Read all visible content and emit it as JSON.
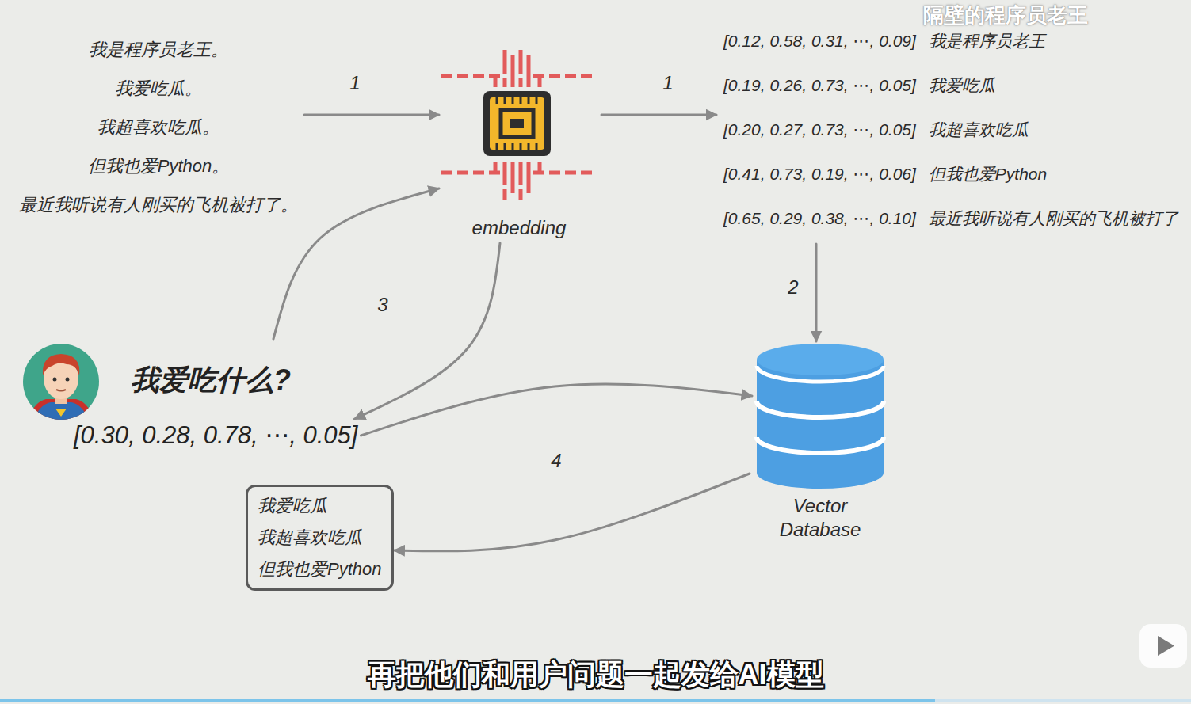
{
  "diagram": {
    "nodes": [
      {
        "text": [
          "我是程序员老王。",
          "我爱吃瓜。",
          "我超喜欢吃瓜。",
          "但我也爱Python。",
          "最近我听说有人刚买的飞机被打了。"
        ]
      },
      {
        "text": [
          "embedding"
        ]
      },
      {
        "text": [
          "[0.12, 0.58, 0.31, ⋯, 0.09]",
          "我是程序员老王",
          "[0.19, 0.26, 0.73, ⋯, 0.05]",
          "我爱吃瓜",
          "[0.20, 0.27, 0.73, ⋯, 0.05]",
          "我超喜欢吃瓜",
          "[0.41, 0.73, 0.19, ⋯, 0.06]",
          "但我也爱Python",
          "[0.65, 0.29, 0.38, ⋯, 0.10]",
          "最近我听说有人刚买的飞机被打了"
        ]
      },
      {
        "text": [
          "我爱吃什么?"
        ]
      },
      {
        "text": [
          "[0.30, 0.28, 0.78, ⋯, 0.05]"
        ]
      },
      {
        "text": [
          "Vector Database"
        ]
      },
      {
        "text": [
          "我爱吃瓜",
          "我超喜欢吃瓜",
          "但我也爱Python"
        ]
      }
    ],
    "edges": [
      {
        "from": 0,
        "to": 1,
        "arrow": "to",
        "label": "1"
      },
      {
        "from": 1,
        "to": 2,
        "arrow": "to",
        "label": "1"
      },
      {
        "from": 2,
        "to": 5,
        "arrow": "to",
        "label": "2"
      },
      {
        "from": 3,
        "to": 1,
        "arrow": "to",
        "label": "3"
      },
      {
        "from": 1,
        "to": 4,
        "arrow": "to"
      },
      {
        "from": 4,
        "to": 5,
        "arrow": "to"
      },
      {
        "from": 5,
        "to": 6,
        "arrow": "to",
        "label": "4"
      }
    ],
    "labels": [
      "隔壁的程序员老王",
      "再把他们和用户问题一起发给AI模型"
    ]
  }
}
